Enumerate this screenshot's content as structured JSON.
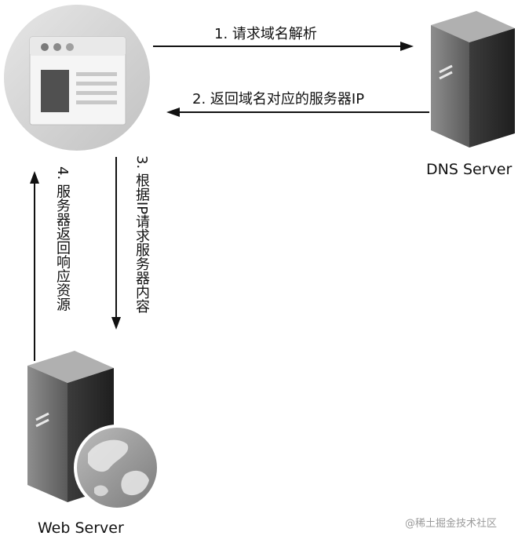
{
  "steps": {
    "step1": "1. 请求域名解析",
    "step2": "2. 返回域名对应的服务器IP",
    "step3": "3. 根据IP请求服务器内容",
    "step4": "4. 服务器返回响应资源"
  },
  "nodes": {
    "dns_server": "DNS Server",
    "web_server": "Web Server"
  },
  "watermark": "@稀土掘金技术社区",
  "colors": {
    "arrow": "#111111",
    "browser_circle": "#d4d4d4",
    "server_body": "#555555"
  }
}
